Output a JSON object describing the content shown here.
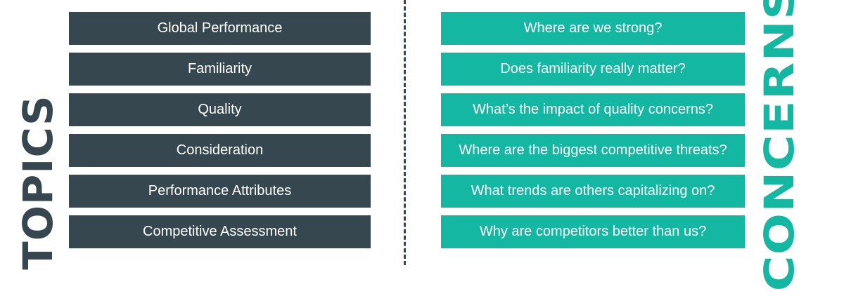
{
  "left_heading": "TOPICS",
  "right_heading": "CONCERNS",
  "topics": [
    "Global Performance",
    "Familiarity",
    "Quality",
    "Consideration",
    "Performance Attributes",
    "Competitive Assessment"
  ],
  "concerns": [
    "Where are we strong?",
    "Does familiarity really matter?",
    "What’s the impact of quality concerns?",
    "Where are the biggest competitive threats?",
    "What trends are others capitalizing on?",
    "Why are competitors better than us?"
  ],
  "colors": {
    "topics": "#37474f",
    "concerns": "#13b7a2",
    "text": "#ffffff"
  }
}
